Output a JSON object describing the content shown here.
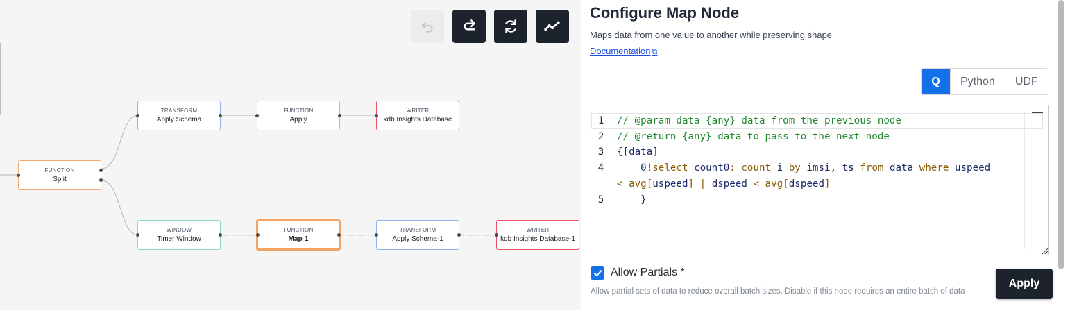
{
  "canvas": {
    "toolbar": [
      {
        "name": "undo",
        "icon": "undo-icon",
        "enabled": false
      },
      {
        "name": "redo",
        "icon": "redo-icon",
        "enabled": true
      },
      {
        "name": "refresh",
        "icon": "refresh-icon",
        "enabled": true
      },
      {
        "name": "graph",
        "icon": "trend-line-icon",
        "enabled": true
      }
    ],
    "nodes": {
      "split": {
        "type": "FUNCTION",
        "label": "Split"
      },
      "apply_schema": {
        "type": "TRANSFORM",
        "label": "Apply Schema"
      },
      "apply": {
        "type": "FUNCTION",
        "label": "Apply"
      },
      "writer1": {
        "type": "WRITER",
        "label": "kdb Insights Database"
      },
      "timer_window": {
        "type": "WINDOW",
        "label": "Timer Window"
      },
      "map1": {
        "type": "FUNCTION",
        "label": "Map-1"
      },
      "apply_schema1": {
        "type": "TRANSFORM",
        "label": "Apply Schema-1"
      },
      "writer2": {
        "type": "WRITER",
        "label": "kdb Insights Database-1"
      }
    }
  },
  "panel": {
    "title": "Configure Map Node",
    "description": "Maps data from one value to another while preserving shape",
    "doc_link": "Documentation",
    "languages": [
      "Q",
      "Python",
      "UDF"
    ],
    "selected_language": "Q",
    "line_numbers": [
      "1",
      "2",
      "3",
      "4",
      "5"
    ],
    "code": {
      "l1": "// @param data {any} data from the previous node",
      "l2": "// @return {any} data to pass to the next node",
      "l3": "{[data]",
      "l4a_pre": "    0!",
      "l4a_kw1": "select",
      "l4a_var1": " count0",
      "l4a_p1": ": ",
      "l4a_kw2": "count",
      "l4a_p2": " i ",
      "l4a_kw3": "by",
      "l4a_var2": " imsi",
      "l4a_p3": ", ",
      "l4a_var3": "ts",
      "l4a_p4": " ",
      "l4a_kw4": "from",
      "l4a_var4": " data",
      "l4a_p5": " ",
      "l4a_kw5": "where",
      "l4a_var5": " uspeed",
      "l4b_kw1": "< avg",
      "l4b_p1": "[",
      "l4b_var1": "uspeed",
      "l4b_p2": "] | ",
      "l4b_var2": "dspeed",
      "l4b_kw2": " < avg",
      "l4b_p3": "[",
      "l4b_var3": "dspeed",
      "l4b_p4": "]",
      "l5": "    }"
    },
    "allow_partials": {
      "label": "Allow Partials *",
      "checked": true,
      "help": "Allow partial sets of data to reduce overall batch sizes. Disable if this node requires an entire batch of data"
    },
    "apply_label": "Apply"
  },
  "colors": {
    "accent": "#1470e8",
    "dark_button": "#1c232d",
    "function_border": "#f5a872",
    "transform_border": "#8eb5f0",
    "writer_border": "#e9506a",
    "window_border": "#8fdcb8",
    "comment": "#21882f"
  }
}
